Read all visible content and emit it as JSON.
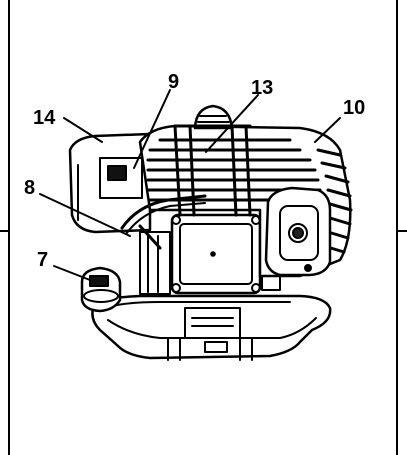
{
  "callouts": {
    "c7": {
      "label": "7"
    },
    "c8": {
      "label": "8"
    },
    "c9": {
      "label": "9"
    },
    "c10": {
      "label": "10"
    },
    "c13": {
      "label": "13"
    },
    "c14": {
      "label": "14"
    }
  },
  "colors": {
    "line": "#000000",
    "background": "#ffffff",
    "shade": "#e8e8e8",
    "dark": "#222222"
  }
}
